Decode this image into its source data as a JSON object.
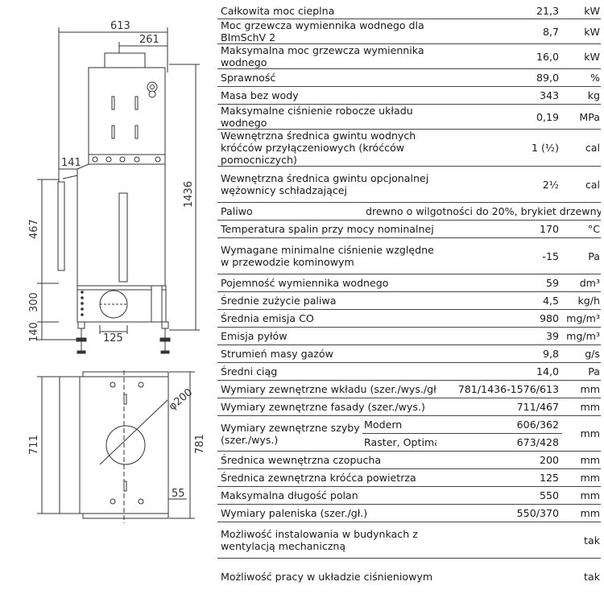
{
  "drawing": {
    "dims": {
      "width_total": "613",
      "top_offset": "261",
      "left_small": "141",
      "height_total": "1436",
      "front_height": "467",
      "lower_height": "300",
      "foot_height": "140",
      "nozzle": "125",
      "depth": "711",
      "depth_total": "781",
      "flue_diameter": "φ200",
      "edge": "55"
    }
  },
  "specs": {
    "rows": [
      {
        "label": "Całkowita moc cieplna",
        "value": "21,3",
        "unit": "kW"
      },
      {
        "label": "Moc grzewcza wymiennika wodnego dla BImSchV 2",
        "value": "8,7",
        "unit": "kW"
      },
      {
        "label": "Maksymalna moc grzewcza wymiennika wodnego",
        "value": "16,0",
        "unit": "kW"
      },
      {
        "label": "Sprawność",
        "value": "89,0",
        "unit": "%"
      },
      {
        "label": "Masa bez wody",
        "value": "343",
        "unit": "kg"
      },
      {
        "label": "Maksymalne ciśnienie robocze układu wodnego",
        "value": "0,19",
        "unit": "MPa"
      },
      {
        "label": "Wewnętrzna średnica gwintu wodnych króćców przyłączeniowych (króćców pomocniczych)",
        "value": "1 (½)",
        "unit": "cal"
      },
      {
        "label": "Wewnętrzna średnica gwintu opcjonalnej wężownicy schładzającej",
        "value": "2½",
        "unit": "cal"
      },
      {
        "label": "Paliwo",
        "value": "drewno o wilgotności do 20%, brykiet drzewny",
        "unit": ""
      },
      {
        "label": "Temperatura spalin przy mocy nominalnej",
        "value": "170",
        "unit": "°C"
      },
      {
        "label": "Wymagane minimalne ciśnienie względne w przewodzie kominowym",
        "value": "-15",
        "unit": "Pa"
      },
      {
        "label": "Pojemność wymiennika wodnego",
        "value": "59",
        "unit": "dm³"
      },
      {
        "label": "Średnie zużycie paliwa",
        "value": "4,5",
        "unit": "kg/h"
      },
      {
        "label": "Średnia emisja CO",
        "value": "980",
        "unit": "mg/m³"
      },
      {
        "label": "Emisja pyłów",
        "value": "39",
        "unit": "mg/m³"
      },
      {
        "label": "Strumień masy gazów",
        "value": "9,8",
        "unit": "g/s"
      },
      {
        "label": "Średni ciąg",
        "value": "14,0",
        "unit": "Pa"
      },
      {
        "label": "Wymiary zewnętrzne wkładu (szer./wys./gł.)",
        "value": "781/1436-1576/613",
        "unit": "mm"
      },
      {
        "label": "Wymiary zewnętrzne fasady (szer./wys.)",
        "value": "711/467",
        "unit": "mm"
      },
      {
        "label": "Wymiary zewnętrzne szyby (szer./wys.)",
        "sub1": "Modern",
        "value1": "606/362",
        "sub2": "Raster, Optima",
        "value2": "673/428",
        "unit": "mm"
      },
      {
        "label": "Średnica wewnętrzna czopucha",
        "value": "200",
        "unit": "mm"
      },
      {
        "label": "Średnica zewnętrzna króćca powietrza",
        "value": "125",
        "unit": "mm"
      },
      {
        "label": "Maksymalna długość polan",
        "value": "550",
        "unit": "mm"
      },
      {
        "label": "Wymiary paleniska (szer./gł.)",
        "value": "550/370",
        "unit": "mm"
      },
      {
        "label": "Możliwość instalowania w budynkach z wentylacją mechaniczną",
        "value": "",
        "unit": "tak"
      },
      {
        "label": "Możliwość pracy w układzie ciśnieniowym",
        "value": "",
        "unit": "tak"
      }
    ]
  }
}
